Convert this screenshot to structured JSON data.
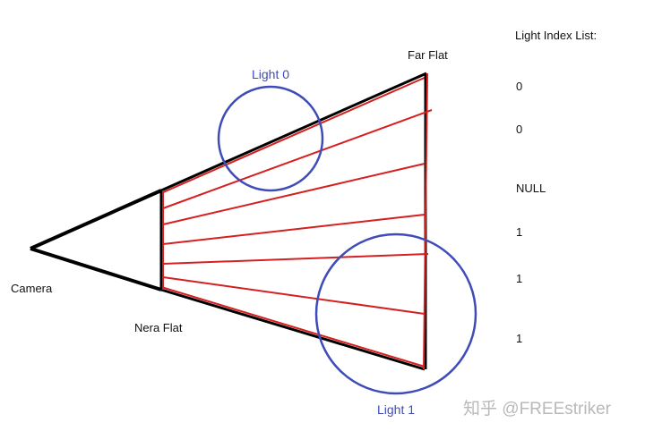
{
  "diagram": {
    "camera_label": "Camera",
    "near_label": "Nera Flat",
    "far_label": "Far Flat",
    "light0_label": "Light 0",
    "light1_label": "Light 1",
    "list_title": "Light Index List:",
    "light_index_list": [
      "0",
      "0",
      "NULL",
      "1",
      "1",
      "1"
    ],
    "watermark": "知乎 @FREEstriker",
    "colors": {
      "frustum_outline": "#000000",
      "slices": "#d42020",
      "lights": "#3f4cb8",
      "watermark": "#b9b9b9"
    }
  }
}
